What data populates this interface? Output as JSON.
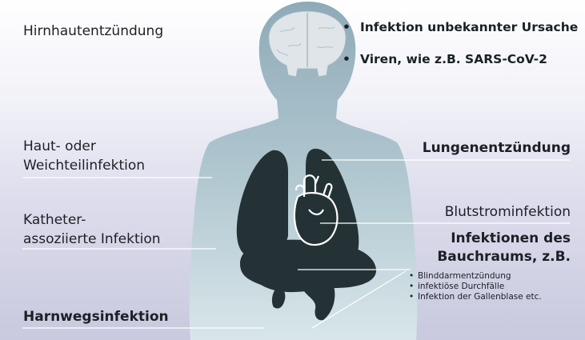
{
  "labels": {
    "meningitis": "Hirnhautentzündung",
    "skin_line1": "Haut- oder",
    "skin_line2": "Weichteilinfektion",
    "catheter_line1": "Katheter-",
    "catheter_line2": "assoziierte Infektion",
    "urinary": "Harnwegsinfektion",
    "pneumonia": "Lungenentzündung",
    "bloodstream": "Blutstrominfektion",
    "abdominal_line1": "Infektionen des",
    "abdominal_line2": "Bauchraums, z.B."
  },
  "bullet_symbol": "•",
  "head_bullets": [
    "Infektion unbekannter Ursache",
    "Viren, wie z.B. SARS-CoV-2"
  ],
  "abdominal_examples": [
    "Blinddarmentzündung",
    "infektiöse Durchfälle",
    "Infektion der Gallenblase etc."
  ],
  "colors": {
    "body_silhouette": "#9fb6c2",
    "organs": "#243236",
    "brain": "#dfe5e9",
    "leader_lines": "#ffffff",
    "text": "#1b2026"
  }
}
